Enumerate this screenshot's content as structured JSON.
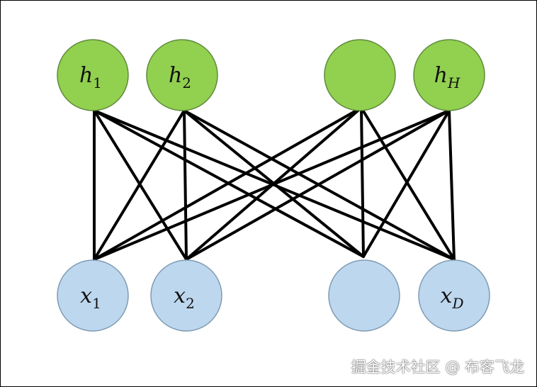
{
  "colors": {
    "hidden_fill": "#92d050",
    "hidden_stroke": "#5f8a3b",
    "visible_fill": "#bdd7ee",
    "visible_stroke": "#7f9bb3",
    "edge": "#000000"
  },
  "hidden_layer": [
    {
      "id": "h1",
      "base": "h",
      "sub": "1",
      "sub_italic": false
    },
    {
      "id": "h2",
      "base": "h",
      "sub": "2",
      "sub_italic": false
    },
    {
      "id": "h3",
      "base": "",
      "sub": "",
      "sub_italic": false
    },
    {
      "id": "hH",
      "base": "h",
      "sub": "H",
      "sub_italic": true
    }
  ],
  "visible_layer": [
    {
      "id": "x1",
      "base": "x",
      "sub": "1",
      "sub_italic": false
    },
    {
      "id": "x2",
      "base": "x",
      "sub": "2",
      "sub_italic": false
    },
    {
      "id": "x3",
      "base": "",
      "sub": "",
      "sub_italic": false
    },
    {
      "id": "xD",
      "base": "x",
      "sub": "D",
      "sub_italic": true
    }
  ],
  "connections": "fully-connected",
  "watermark": "掘金技术社区 @ 布客飞龙"
}
